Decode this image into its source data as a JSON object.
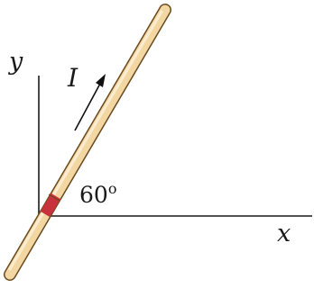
{
  "labels": {
    "y_axis": "y",
    "x_axis": "x",
    "current": "I",
    "angle": "60o"
  },
  "angle_value": {
    "number": "60",
    "unit": "o"
  },
  "colors": {
    "axis": "#1a1a1a",
    "rod_fill": "#f3d7a3",
    "rod_outline": "#6b4a1f",
    "rod_highlight": "#fbecd0",
    "band_fill": "#c8323c",
    "arrow": "#111111"
  },
  "icons": {
    "current_arrow": "arrow-up-right-icon"
  }
}
